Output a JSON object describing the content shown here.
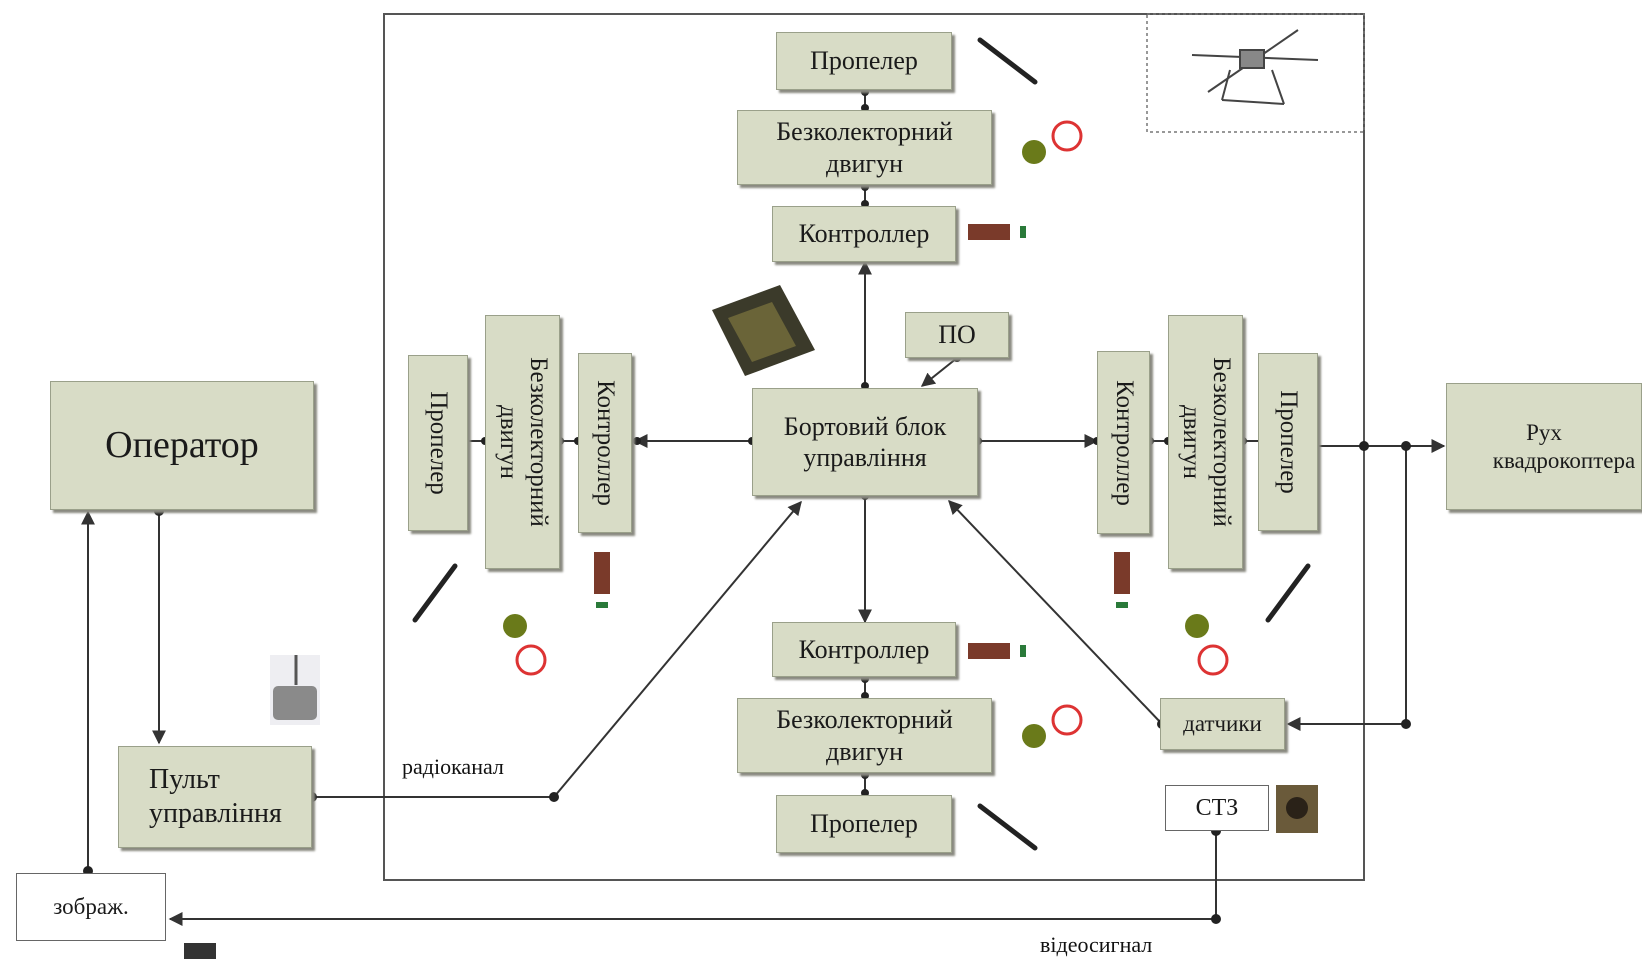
{
  "blocks": {
    "propeler_top": "Пропелер",
    "motor_top_line1": "Безколекторний",
    "motor_top_line2": "двигун",
    "controller_top": "Контроллер",
    "po": "ПО",
    "board_line1": "Бортовий блок",
    "board_line2": "управління",
    "propeler_left": "Пропелер",
    "motor_left_line1": "Безколекторний",
    "motor_left_line2": "двигун",
    "controller_left": "Контроллер",
    "controller_right": "Контроллер",
    "motor_right_line1": "Безколекторний",
    "motor_right_line2": "двигун",
    "propeler_right": "Пропелер",
    "movement_line1": "Рух",
    "movement_line2": "квадрокоптера",
    "operator": "Оператор",
    "controller_bottom": "Контроллер",
    "motor_bottom_line1": "Безколекторний",
    "motor_bottom_line2": "двигун",
    "propeler_bottom": "Пропелер",
    "sensors": "датчики",
    "stz": "СТЗ",
    "remote_line1": "Пульт",
    "remote_line2": "управління",
    "image_box": "зображ."
  },
  "labels": {
    "radio": "радіоканал",
    "video": "відеосигнал"
  },
  "colors": {
    "block_fill": "#d8dcc6",
    "line": "#333333"
  }
}
